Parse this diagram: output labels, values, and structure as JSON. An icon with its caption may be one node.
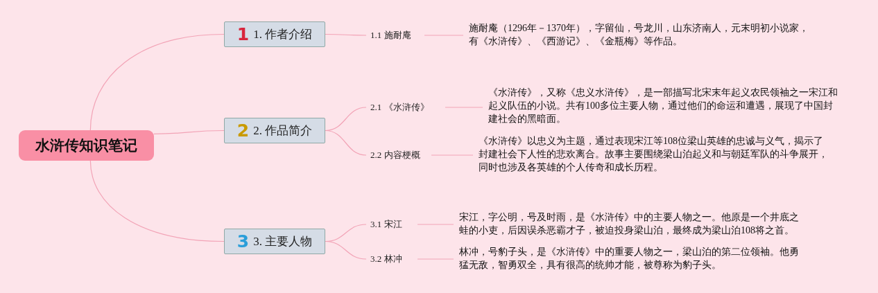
{
  "diagram": {
    "nodes": [
      {
        "text": [
          "水浒传知识笔记"
        ]
      },
      {
        "text": [
          "1",
          "1. 作者介绍"
        ]
      },
      {
        "text": [
          "1.1 施耐庵"
        ]
      },
      {
        "text": [
          "施耐庵（1296年－1370年），字留仙，号龙川，山东济南人，元末明初小说家，有《水浒传》、《西游记》、《金瓶梅》等作品。"
        ]
      },
      {
        "text": [
          "2",
          "2. 作品简介"
        ]
      },
      {
        "text": [
          "2.1 《水浒传》"
        ]
      },
      {
        "text": [
          "《水浒传》，又称《忠义水浒传》，是一部描写北宋末年起义农民领袖之一宋江和起义队伍的小说。共有100多位主要人物，通过他们的命运和遭遇，展现了中国封建社会的黑暗面。"
        ]
      },
      {
        "text": [
          "2.2 内容梗概"
        ]
      },
      {
        "text": [
          "《水浒传》以忠义为主题，通过表现宋江等108位梁山英雄的忠诚与义气，揭示了封建社会下人性的悲欢离合。故事主要围绕梁山泊起义和与朝廷军队的斗争展开，同时也涉及各英雄的个人传奇和成长历程。"
        ]
      },
      {
        "text": [
          "3",
          "3. 主要人物"
        ]
      },
      {
        "text": [
          "3.1 宋江"
        ]
      },
      {
        "text": [
          "宋江，字公明，号及时雨，是《水浒传》中的主要人物之一。他原是一个井底之蛙的小吏，后因误杀恶霸才子，被迫投身梁山泊，最终成为梁山泊108将之首。"
        ]
      },
      {
        "text": [
          "3.2 林冲"
        ]
      },
      {
        "text": [
          "林冲，号豹子头，是《水浒传》中的重要人物之一，梁山泊的第二位领袖。他勇猛无敌，智勇双全，具有很高的统帅才能，被尊称为豹子头。"
        ]
      }
    ],
    "edges": [
      {
        "from": 0,
        "to": 1,
        "arrow": "none"
      },
      {
        "from": 1,
        "to": 2,
        "arrow": "none"
      },
      {
        "from": 2,
        "to": 3,
        "arrow": "none"
      },
      {
        "from": 0,
        "to": 4,
        "arrow": "none"
      },
      {
        "from": 4,
        "to": 5,
        "arrow": "none"
      },
      {
        "from": 5,
        "to": 6,
        "arrow": "none"
      },
      {
        "from": 4,
        "to": 7,
        "arrow": "none"
      },
      {
        "from": 7,
        "to": 8,
        "arrow": "none"
      },
      {
        "from": 0,
        "to": 9,
        "arrow": "none"
      },
      {
        "from": 9,
        "to": 10,
        "arrow": "none"
      },
      {
        "from": 10,
        "to": 11,
        "arrow": "none"
      },
      {
        "from": 9,
        "to": 12,
        "arrow": "none"
      },
      {
        "from": 12,
        "to": 13,
        "arrow": "none"
      }
    ]
  }
}
